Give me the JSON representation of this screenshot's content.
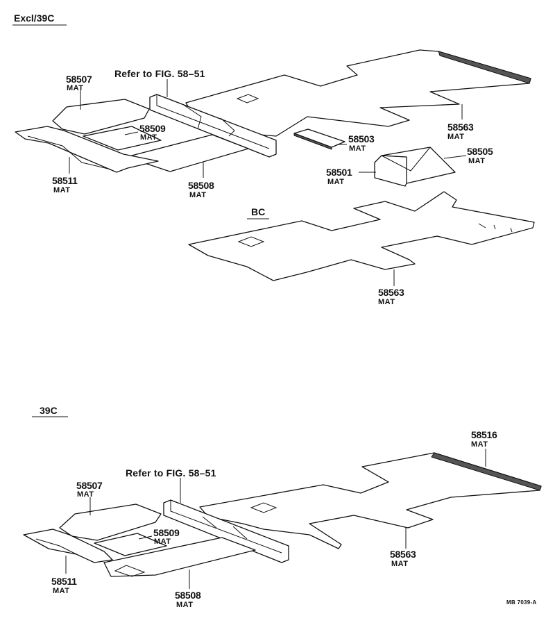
{
  "sections": {
    "top_label": "Excl/39C",
    "bc_label": "BC",
    "bottom_label": "39C"
  },
  "references": {
    "top": "Refer to FIG. 58–51",
    "bottom": "Refer to FIG. 58–51"
  },
  "callouts": {
    "top_58507": {
      "num": "58507",
      "sub": "MAT"
    },
    "top_58509": {
      "num": "58509",
      "sub": "MAT"
    },
    "top_58511": {
      "num": "58511",
      "sub": "MAT"
    },
    "top_58508": {
      "num": "58508",
      "sub": "MAT"
    },
    "top_58503": {
      "num": "58503",
      "sub": "MAT"
    },
    "top_58563": {
      "num": "58563",
      "sub": "MAT"
    },
    "top_58505": {
      "num": "58505",
      "sub": "MAT"
    },
    "top_58501": {
      "num": "58501",
      "sub": "MAT"
    },
    "bc_58563": {
      "num": "58563",
      "sub": "MAT"
    },
    "bot_58516": {
      "num": "58516",
      "sub": "MAT"
    },
    "bot_58507": {
      "num": "58507",
      "sub": "MAT"
    },
    "bot_58509": {
      "num": "58509",
      "sub": "MAT"
    },
    "bot_58511": {
      "num": "58511",
      "sub": "MAT"
    },
    "bot_58508": {
      "num": "58508",
      "sub": "MAT"
    },
    "bot_58563": {
      "num": "58563",
      "sub": "MAT"
    }
  },
  "drawing_code": "MB 7039-A"
}
